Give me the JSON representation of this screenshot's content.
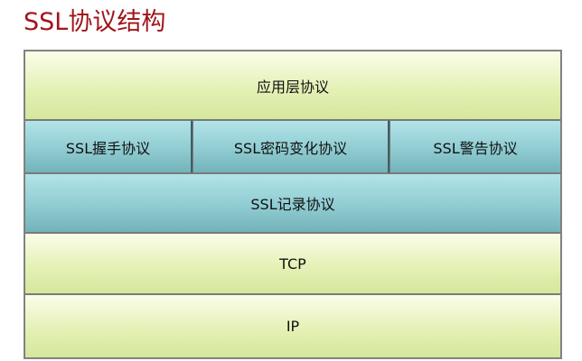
{
  "title": "SSL协议结构",
  "layers": {
    "application": "应用层协议",
    "handshake": "SSL握手协议",
    "cipher_change": "SSL密码变化协议",
    "alert": "SSL警告协议",
    "record": "SSL记录协议",
    "tcp": "TCP",
    "ip": "IP"
  },
  "colors": {
    "title": "#a0161b",
    "green_layer": "#e4f1b6",
    "teal_layer": "#8fccd2"
  }
}
